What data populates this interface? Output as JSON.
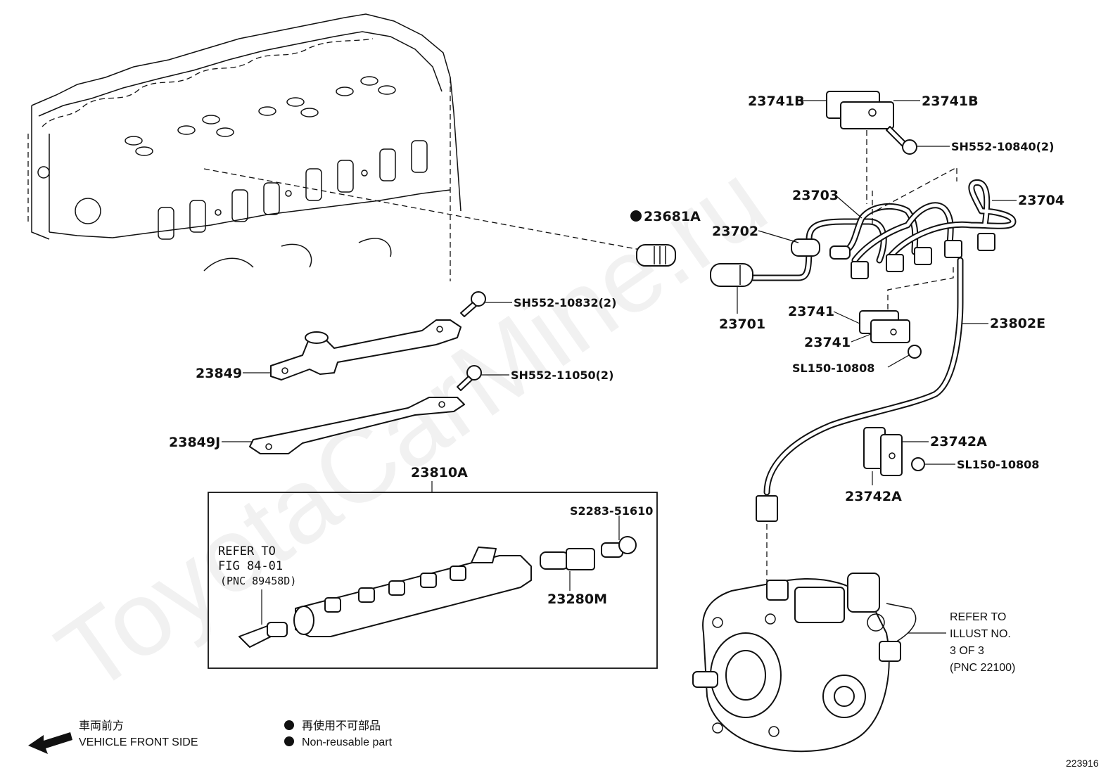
{
  "watermark": "ToyotaCarMine.ru",
  "labels": {
    "p23741B_left": "23741B",
    "p23741B_right": "23741B",
    "sh552_10840": "SH552-10840(2)",
    "p23703": "23703",
    "p23704": "23704",
    "p23681A": "23681A",
    "p23702": "23702",
    "p23701": "23701",
    "p23741_a": "23741",
    "p23741_b": "23741",
    "p23802E": "23802E",
    "sl150_10808_a": "SL150-10808",
    "sh552_10832": "SH552-10832(2)",
    "p23849": "23849",
    "sh552_11050": "SH552-11050(2)",
    "p23849J": "23849J",
    "p23742A_a": "23742A",
    "sl150_10808_b": "SL150-10808",
    "p23742A_b": "23742A",
    "p23810A": "23810A",
    "s2283_51610": "S2283-51610",
    "p23280M": "23280M"
  },
  "notes": {
    "refer_fig": [
      "REFER TO",
      "FIG 84-01",
      "(PNC 89458D)"
    ],
    "refer_illust": [
      "REFER TO",
      "ILLUST NO.",
      "3 OF 3",
      "(PNC 22100)"
    ]
  },
  "legend": {
    "front_jp": "車両前方",
    "front_en": "VEHICLE FRONT SIDE",
    "nonreuse_jp": "再使用不可部品",
    "nonreuse_en": "Non-reusable part"
  },
  "figure_number": "223916"
}
